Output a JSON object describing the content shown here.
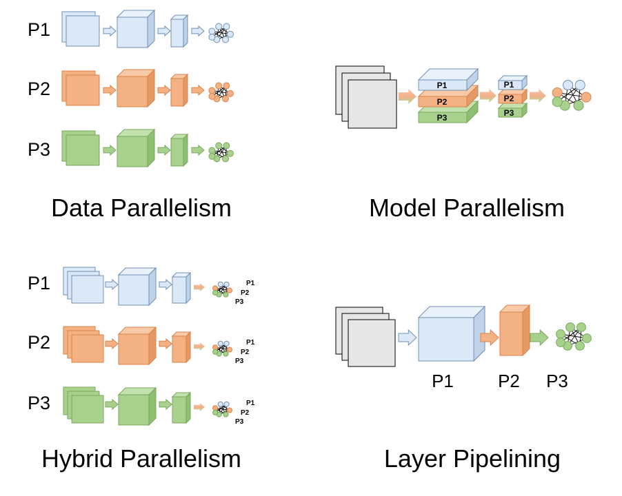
{
  "colors": {
    "blue_fill": "#dae8f7",
    "blue_top": "#e9f2fb",
    "blue_side": "#bfd2e8",
    "blue_edge": "#6f8fb3",
    "orange_fill": "#f4b183",
    "orange_top": "#f7c9a6",
    "orange_side": "#e59a66",
    "orange_edge": "#d9824a",
    "green_fill": "#a9d18e",
    "green_top": "#c3e1ae",
    "green_side": "#8fbf72",
    "green_edge": "#77a85a",
    "gray_fill": "#e6e6e6",
    "gray_edge": "#000000"
  },
  "panels": {
    "data": {
      "title": "Data Parallelism",
      "rows": [
        "P1",
        "P2",
        "P3"
      ]
    },
    "model": {
      "title": "Model Parallelism",
      "stack_labels": [
        "P1",
        "P2",
        "P3"
      ],
      "small_stack_labels": [
        "P1",
        "P2",
        "P3"
      ]
    },
    "hybrid": {
      "title": "Hybrid Parallelism",
      "rows": [
        "P1",
        "P2",
        "P3"
      ],
      "net_labels": [
        "P1",
        "P2",
        "P3"
      ]
    },
    "pipeline": {
      "title": "Layer Pipelining",
      "stage_labels": [
        "P1",
        "P2",
        "P3"
      ]
    }
  }
}
